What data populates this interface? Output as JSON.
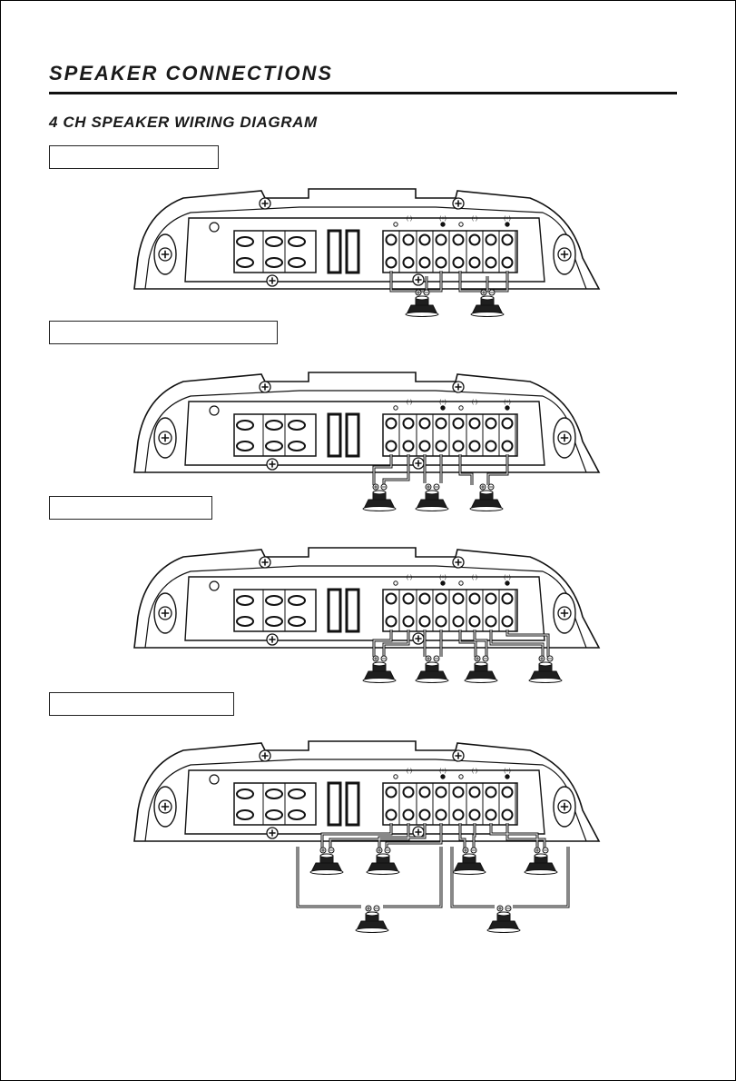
{
  "page": {
    "title": "SPEAKER CONNECTIONS",
    "subtitle": "4 CH SPEAKER WIRING DIAGRAM"
  },
  "terminal_labels": [
    "(-)",
    "(+)",
    "(-)",
    "(+)"
  ],
  "diagrams": [
    {
      "speaker_count": 2
    },
    {
      "speaker_count": 3
    },
    {
      "speaker_count": 4
    },
    {
      "speaker_count": 6
    }
  ],
  "colors": {
    "ink": "#111111",
    "speaker_fill": "#1e1e1e"
  }
}
